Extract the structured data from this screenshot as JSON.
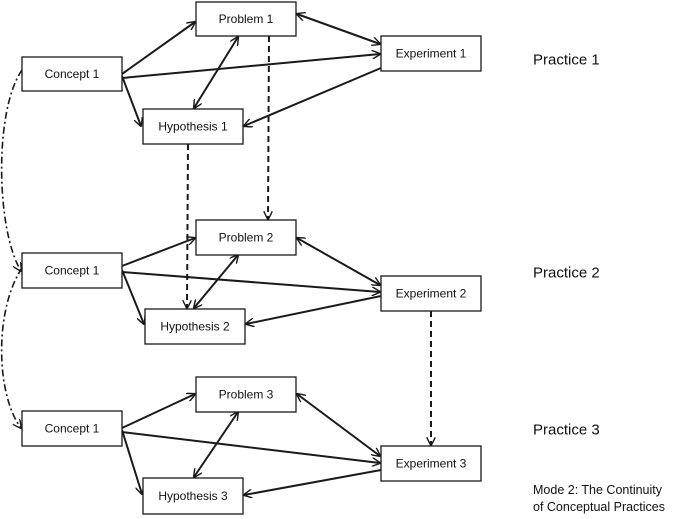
{
  "nodes": {
    "problem1": "Problem 1",
    "concept1a": "Concept 1",
    "experiment1": "Experiment 1",
    "hypothesis1": "Hypothesis 1",
    "problem2": "Problem 2",
    "concept1b": "Concept 1",
    "experiment2": "Experiment 2",
    "hypothesis2": "Hypothesis 2",
    "problem3": "Problem 3",
    "concept1c": "Concept 1",
    "experiment3": "Experiment 3",
    "hypothesis3": "Hypothesis 3"
  },
  "practices": {
    "p1": "Practice 1",
    "p2": "Practice 2",
    "p3": "Practice 3"
  },
  "caption": {
    "line1": "Mode 2: The Continuity",
    "line2": "of Conceptual Practices"
  }
}
